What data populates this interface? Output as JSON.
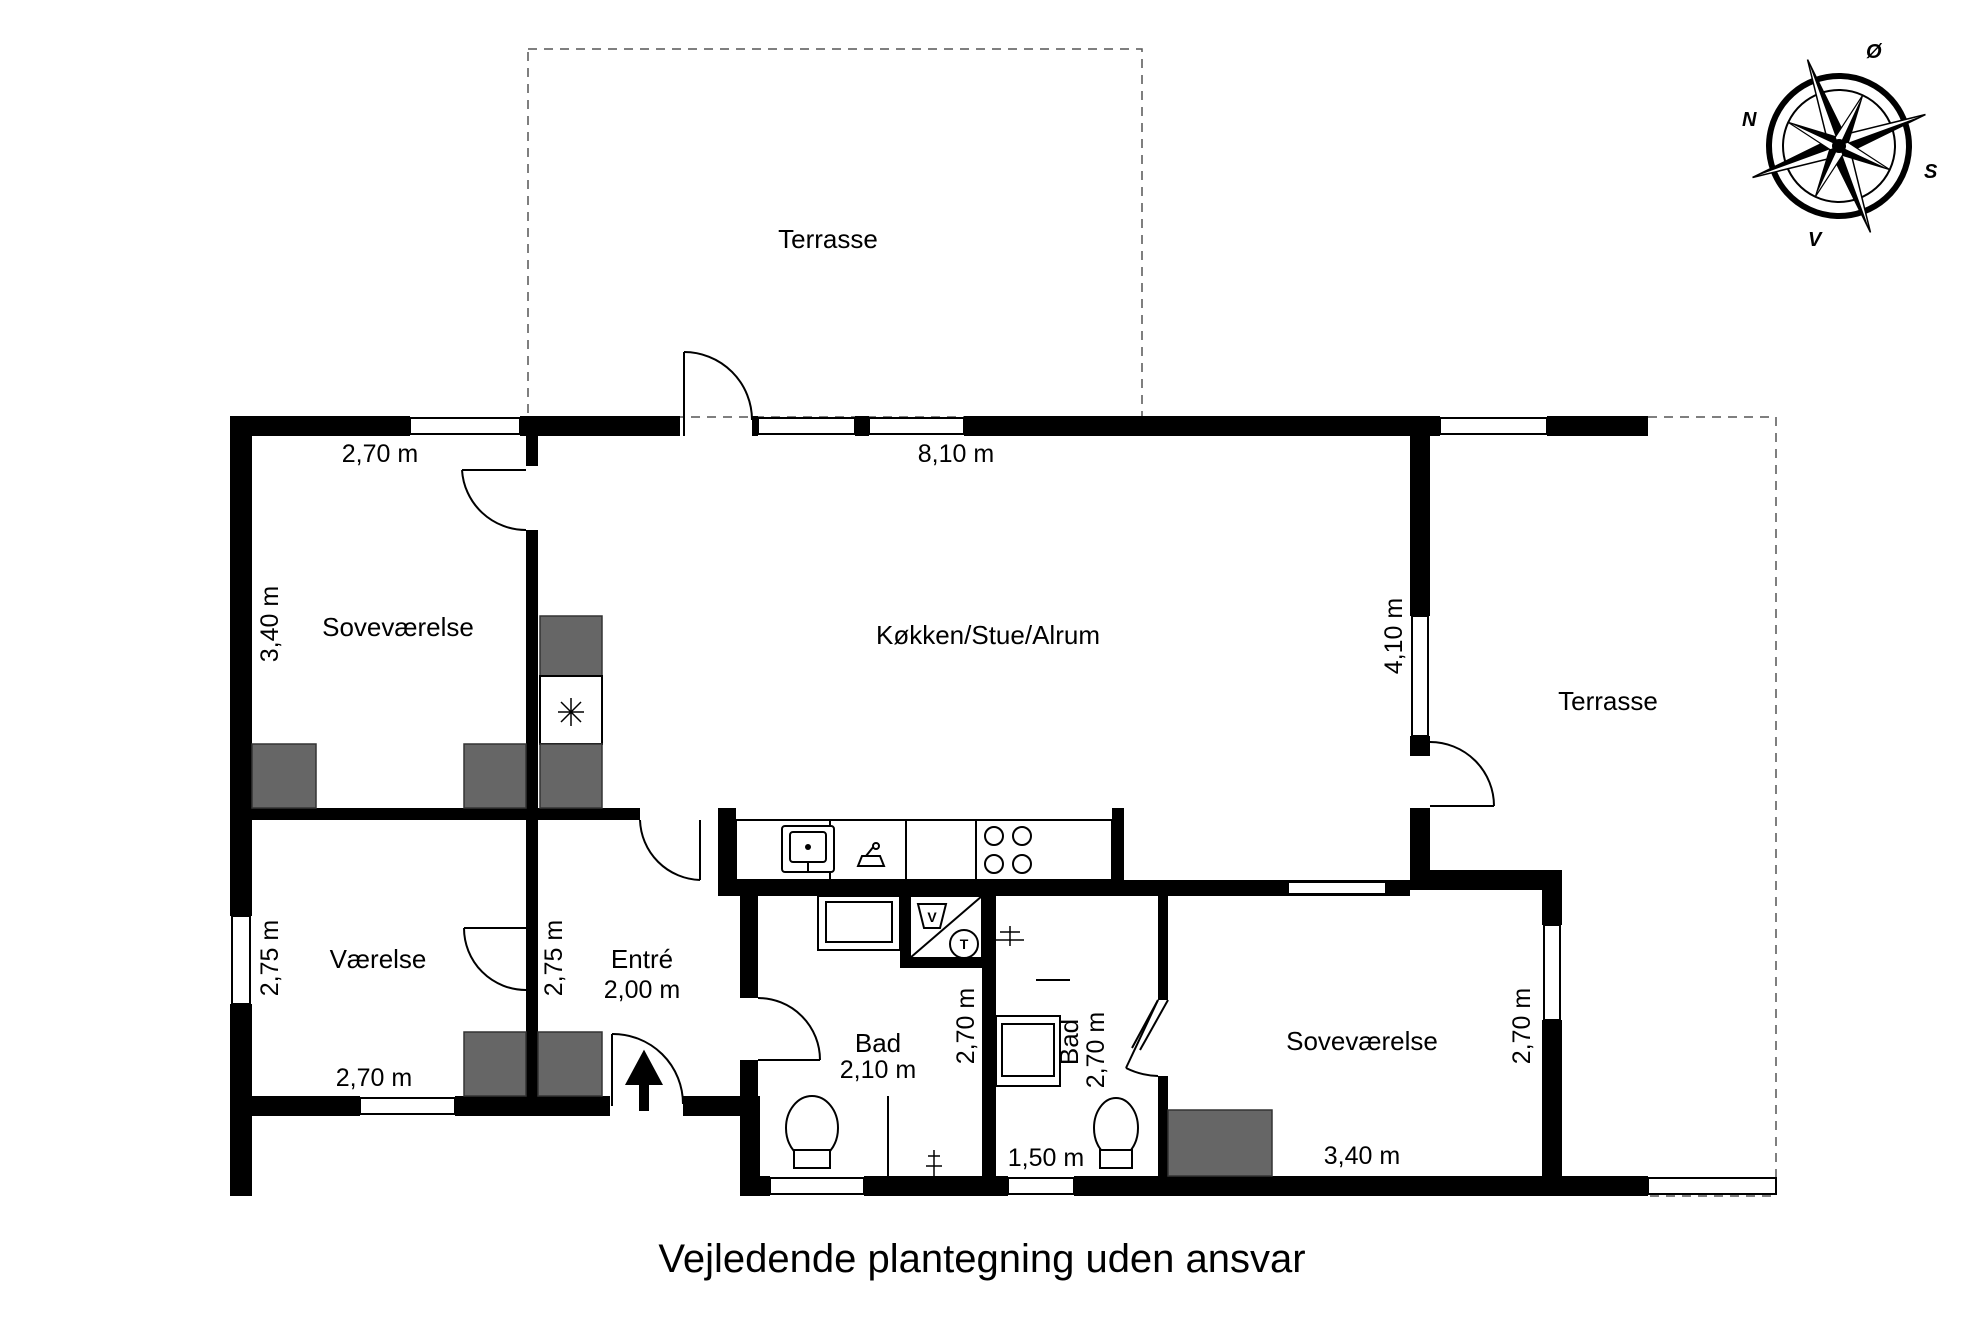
{
  "rooms": {
    "terrace_top": "Terrasse",
    "terrace_right": "Terrasse",
    "bedroom_top_left": "Soveværelse",
    "kitchen_living": "Køkken/Stue/Alrum",
    "room_small": "Værelse",
    "entrance": "Entré",
    "bath_1": "Bad",
    "bath_2": "Bad",
    "bedroom_bottom_right": "Soveværelse"
  },
  "dimensions": {
    "bedroom_top_width": "2,70 m",
    "bedroom_top_depth": "3,40 m",
    "living_width": "8,10 m",
    "living_depth": "4,10 m",
    "room_small_depth": "2,75 m",
    "room_small_width": "2,70 m",
    "entrance_depth": "2,75 m",
    "entrance_width": "2,00 m",
    "bath_1_width": "2,10 m",
    "bath_1_depth": "2,70 m",
    "bath_2_depth": "2,70 m",
    "bath_2_width": "1,50 m",
    "bedroom_bottom_width": "3,40 m",
    "bedroom_bottom_depth": "2,70 m"
  },
  "compass": {
    "north": "N",
    "east": "Ø",
    "south": "S",
    "west": "V"
  },
  "fixtures": {
    "washer_symbol": "V",
    "dryer_symbol": "T"
  },
  "caption": "Vejledende plantegning uden ansvar"
}
